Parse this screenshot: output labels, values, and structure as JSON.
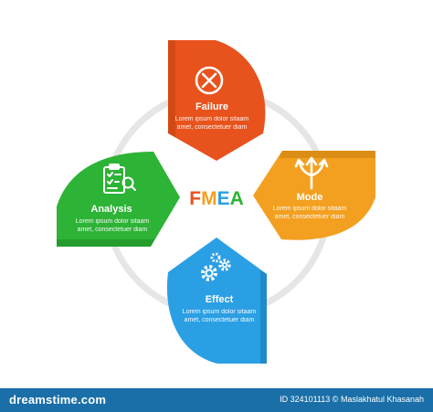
{
  "center_title": {
    "letters": [
      {
        "char": "F",
        "color": "#e8521c"
      },
      {
        "char": "M",
        "color": "#f3a020"
      },
      {
        "char": "E",
        "color": "#2b9fe4"
      },
      {
        "char": "A",
        "color": "#2db336"
      }
    ]
  },
  "petals": {
    "failure": {
      "title": "Failure",
      "line1": "Lorem ipsum dolor sitaam",
      "line2": "amet, consectetuer diam",
      "color": "#e8521c",
      "icon": "x-circle-icon"
    },
    "mode": {
      "title": "Mode",
      "line1": "Lorem ipsum dolor sitaam",
      "line2": "amet, consectetuer diam",
      "color": "#f3a020",
      "icon": "diverging-arrows-icon"
    },
    "effect": {
      "title": "Effect",
      "line1": "Lorem ipsum dolor sitaam",
      "line2": "amet, consectetuer diam",
      "color": "#2b9fe4",
      "icon": "gears-icon"
    },
    "analysis": {
      "title": "Analysis",
      "line1": "Lorem ipsum dolor sitaam",
      "line2": "amet, consectetuer diam",
      "color": "#2db336",
      "icon": "clipboard-search-icon"
    }
  },
  "ring_color": "#e6e6e6",
  "footer": {
    "brand": "dreamstime.com",
    "credit": "ID 324101113 © Maslakhatul Khasanah",
    "color": "#1a6fa8"
  }
}
